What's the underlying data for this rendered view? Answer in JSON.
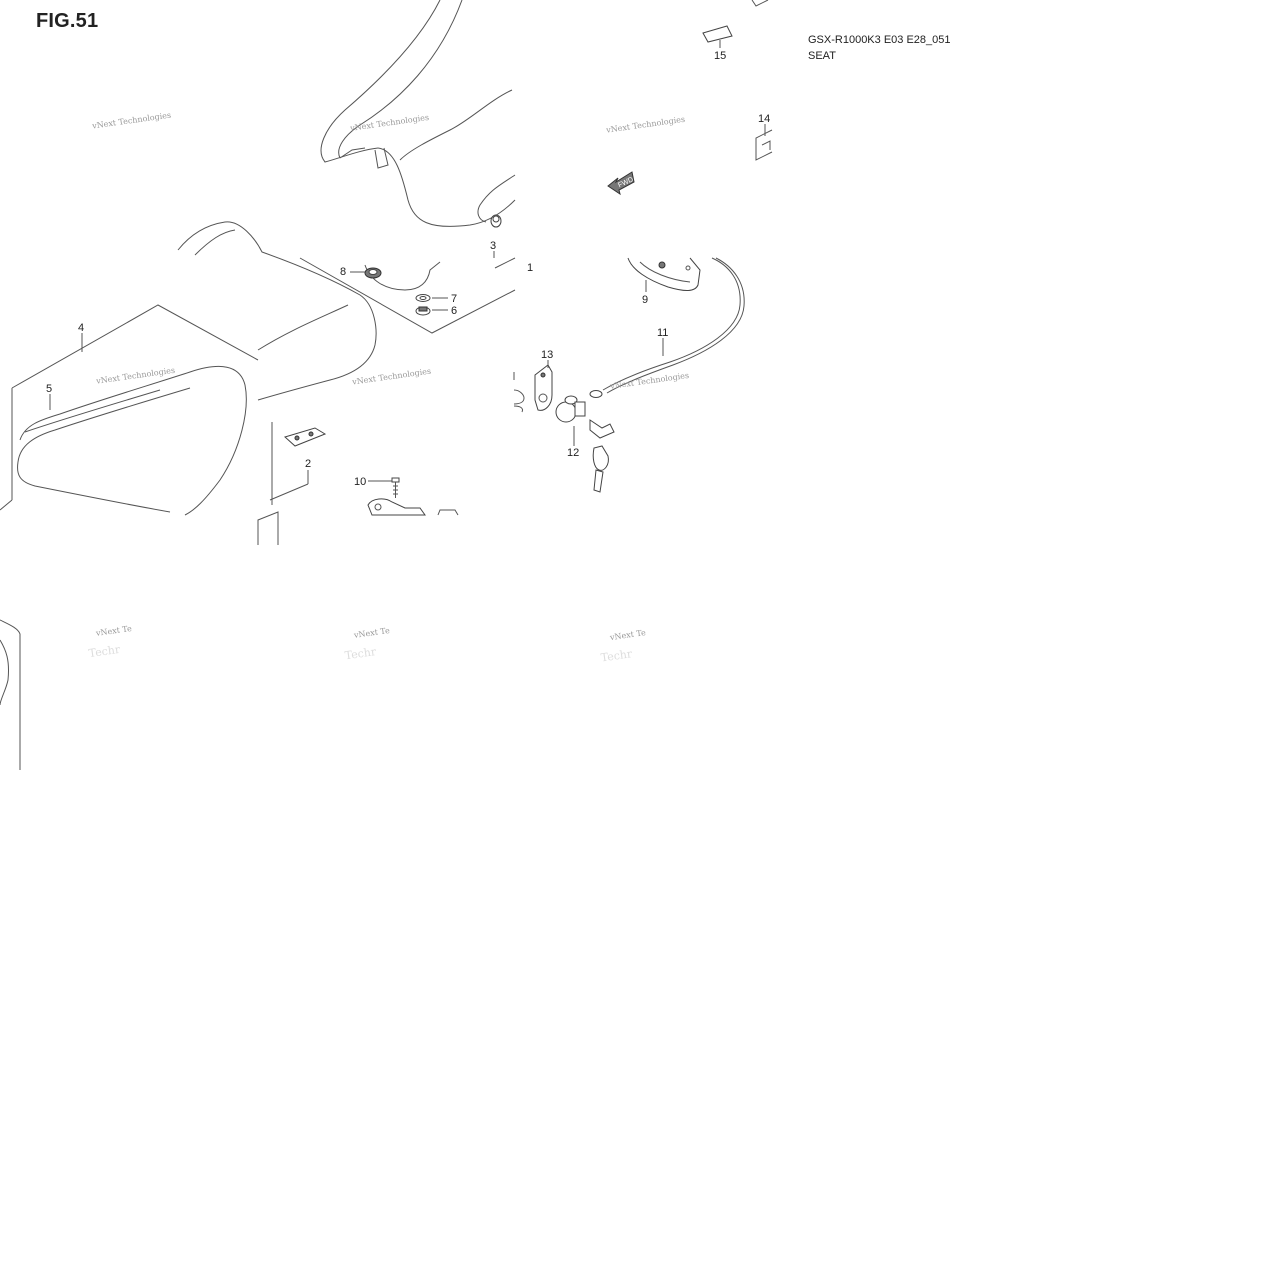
{
  "figure": {
    "title": "FIG.51",
    "model_code": "GSX-R1000K3 E03 E28_051",
    "section": "SEAT"
  },
  "watermark": {
    "text": "vNext Technologies",
    "text_clipped": "vNext Te",
    "text_clipped_b": "Techr"
  },
  "fwd_label": "FWD",
  "callouts": [
    {
      "id": "1",
      "label": "1"
    },
    {
      "id": "2",
      "label": "2"
    },
    {
      "id": "3",
      "label": "3"
    },
    {
      "id": "4",
      "label": "4"
    },
    {
      "id": "5",
      "label": "5"
    },
    {
      "id": "6",
      "label": "6"
    },
    {
      "id": "7",
      "label": "7"
    },
    {
      "id": "8",
      "label": "8"
    },
    {
      "id": "9",
      "label": "9"
    },
    {
      "id": "10",
      "label": "10"
    },
    {
      "id": "11",
      "label": "11"
    },
    {
      "id": "12",
      "label": "12"
    },
    {
      "id": "13",
      "label": "13"
    },
    {
      "id": "14",
      "label": "14"
    },
    {
      "id": "15",
      "label": "15"
    }
  ]
}
